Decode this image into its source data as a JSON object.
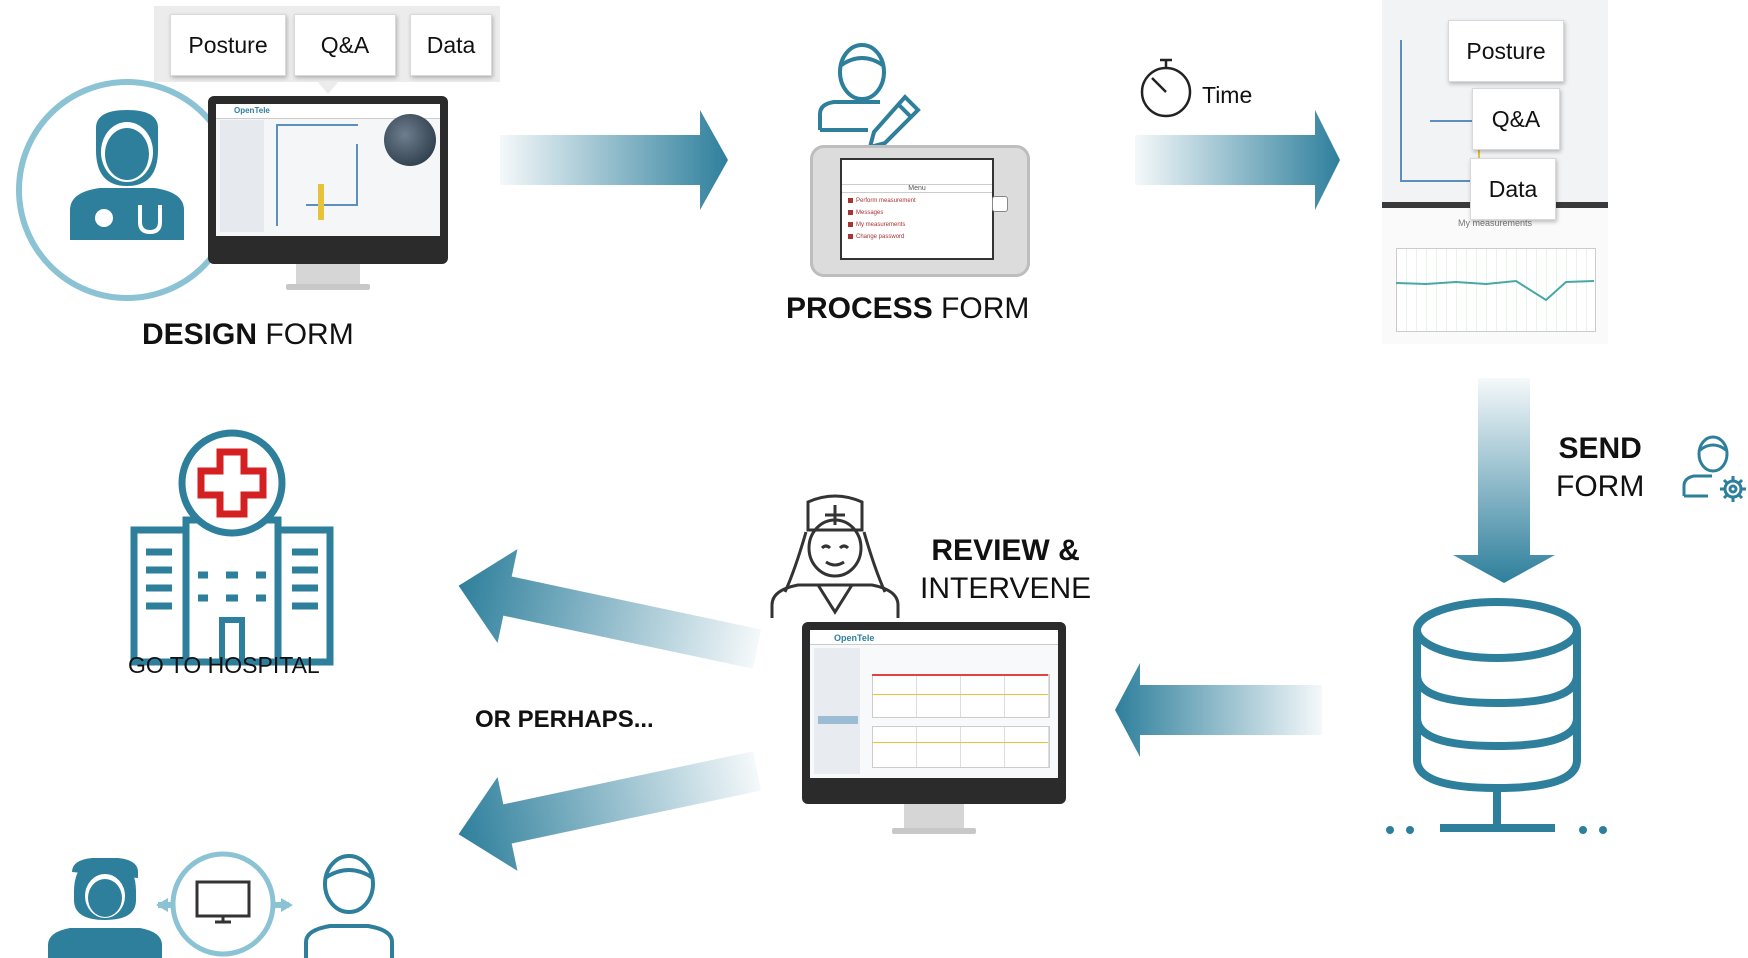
{
  "design": {
    "tabs": [
      "Posture",
      "Q&A",
      "Data"
    ],
    "app_name": "OpenTele",
    "caption_bold": "DESIGN",
    "caption_rest": " FORM"
  },
  "process": {
    "caption_bold": "PROCESS",
    "caption_rest": " FORM",
    "tablet_menu_title": "Menu",
    "tablet_items": [
      "Perform measurement",
      "Messages",
      "My measurements",
      "Change password"
    ]
  },
  "time_label": "Time",
  "form_stack": {
    "tabs": [
      "Posture",
      "Q&A",
      "Data"
    ],
    "screen_title": "My measurements"
  },
  "send": {
    "line1": "SEND",
    "line2": "FORM"
  },
  "review": {
    "line1": "REVIEW &",
    "line2": "INTERVENE",
    "app_name": "OpenTele"
  },
  "hospital_label": "GO TO HOSPITAL",
  "or_perhaps": "OR PERHAPS...",
  "colors": {
    "teal": "#2e7f9c",
    "teal_light": "#8cc3d4",
    "cross": "#d42020"
  }
}
